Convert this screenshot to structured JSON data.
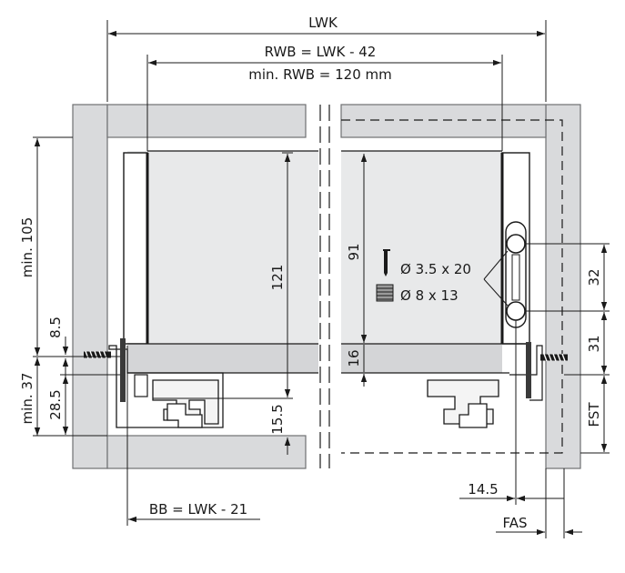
{
  "dimensions": {
    "lwk": "LWK",
    "rwb": "RWB = LWK - 42",
    "min_rwb": "min. RWB = 120 mm",
    "min_105": "min. 105",
    "d_8_5": "8.5",
    "min_37": "min. 37",
    "d_28_5": "28.5",
    "d_121": "121",
    "d_15_5": "15.5",
    "d_91": "91",
    "d_16": "16",
    "d_32": "32",
    "d_31": "31",
    "fst": "FST",
    "d_14_5": "14.5",
    "bb": "BB = LWK - 21",
    "fas": "FAS"
  },
  "hardware": {
    "screw": "Ø 3.5 x 20",
    "dowel": "Ø 8 x 13"
  },
  "colors": {
    "cabinet": "#d9dadc",
    "drawer_box": "#e8e9ea",
    "line": "#1a1a1a"
  }
}
